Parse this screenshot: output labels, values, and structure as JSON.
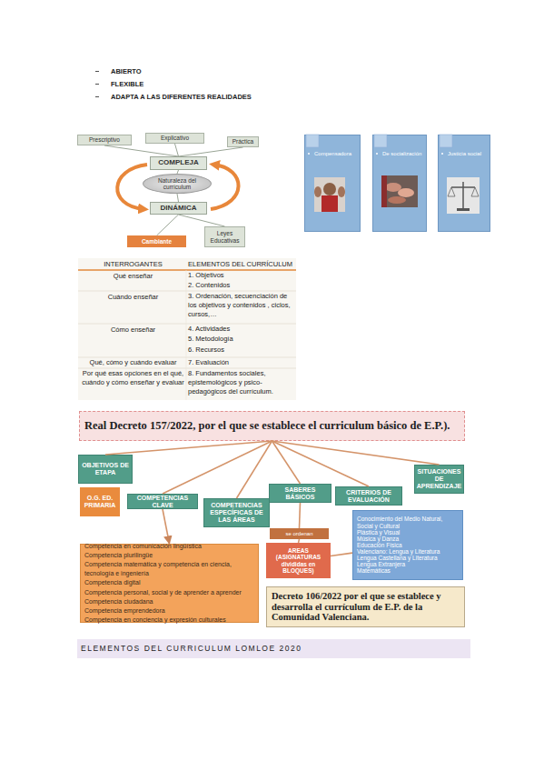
{
  "diagram": {
    "caption": "ELEMENTOS DEL CURRICULUM LOMLOE 2020",
    "nodes": [
      {
        "text": [
          "Prescriptivo"
        ]
      },
      {
        "text": [
          "Explicativo"
        ]
      },
      {
        "text": [
          "Práctica"
        ]
      },
      {
        "text": [
          "COMPLEJA"
        ]
      },
      {
        "text": [
          "Naturaleza del currículum"
        ]
      },
      {
        "text": [
          "DINÁMICA"
        ]
      },
      {
        "text": [
          "Cambiante"
        ]
      },
      {
        "text": [
          "Leyes Educativas"
        ]
      },
      {
        "text": [
          "Compensadora"
        ]
      },
      {
        "text": [
          "De socialización"
        ]
      },
      {
        "text": [
          "Justicia social"
        ]
      },
      {
        "text": [
          "Real Decreto 157/2022, por el que se establece el curriculum básico de E.P.)."
        ]
      },
      {
        "text": [
          "OBJETIVOS DE ETAPA"
        ]
      },
      {
        "text": [
          "SITUACIONES DE APRENDIZAJE"
        ]
      },
      {
        "text": [
          "O.G. ED. PRIMARIA"
        ]
      },
      {
        "text": [
          "COMPETENCIAS CLAVE"
        ]
      },
      {
        "text": [
          "COMPETENCIAS ESPECÍFICAS DE LAS ÁREAS"
        ]
      },
      {
        "text": [
          "SABERES BÁSICOS"
        ]
      },
      {
        "text": [
          "CRITERIOS DE EVALUACIÓN"
        ]
      },
      {
        "text": [
          "se ordenan"
        ]
      },
      {
        "text": [
          "AREAS (ASIGNATURAS divididas en BLOQUES)"
        ]
      },
      {
        "text": [
          "Conocimiento del Medio Natural, Social y Cultural",
          "Plástica y Visual",
          "Música y Danza",
          "Educación Física",
          "Valenciano: Lengua y Literatura",
          "Lengua Castellana y Literatura",
          "Lengua Extranjera",
          "Matemáticas"
        ]
      },
      {
        "text": [
          "Competencia en comunicación lingüística",
          "Competencia plurilingüe",
          "Competencia matemática y competencia en ciencia, tecnología e ingeniería",
          "Competencia digital",
          "Competencia personal, social y de aprender a aprender",
          "Competencia ciudadana",
          "Competencia emprendedora",
          "Competencia en conciencia y expresión culturales"
        ]
      },
      {
        "text": [
          "Decreto 106/2022 por el que se establece y desarrolla el currículum de E.P. de la Comunidad Valenciana."
        ]
      }
    ],
    "edges": [
      {
        "from": 0,
        "to": 3,
        "arrow": "none"
      },
      {
        "from": 1,
        "to": 3,
        "arrow": "none"
      },
      {
        "from": 2,
        "to": 3,
        "arrow": "none"
      },
      {
        "from": 3,
        "to": 4,
        "arrow": "none"
      },
      {
        "from": 4,
        "to": 5,
        "arrow": "none"
      },
      {
        "from": 5,
        "to": 6,
        "arrow": "none"
      },
      {
        "from": 5,
        "to": 7,
        "arrow": "none"
      },
      {
        "from": 11,
        "to": 12,
        "arrow": "none"
      },
      {
        "from": 11,
        "to": 15,
        "arrow": "none"
      },
      {
        "from": 11,
        "to": 16,
        "arrow": "none"
      },
      {
        "from": 11,
        "to": 17,
        "arrow": "none"
      },
      {
        "from": 11,
        "to": 18,
        "arrow": "none"
      },
      {
        "from": 11,
        "to": 13,
        "arrow": "none"
      },
      {
        "from": 15,
        "to": 22,
        "arrow": "to"
      },
      {
        "from": 17,
        "to": 19,
        "arrow": "none"
      },
      {
        "from": 19,
        "to": 20,
        "arrow": "none"
      },
      {
        "from": 20,
        "to": 21,
        "arrow": "none"
      }
    ],
    "labels": [
      "ABIERTO",
      "FLEXIBLE",
      "ADAPTA A LAS DIFERENTES REALIDADES",
      "INTERROGANTES",
      "ELEMENTOS DEL CURRÍCULUM",
      "Qué enseñar",
      "1. Objetivos",
      "2. Contenidos",
      "Cuándo enseñar",
      "3. Ordenación, secuenciación de los objetivos y contenidos , ciclos, cursos,…",
      "Cómo enseñar",
      "4. Actividades",
      "5. Metodología",
      "6. Recursos",
      "Qué, cómo y cuándo evaluar",
      "7. Evaluación",
      "Por qué esas opciones en el qué, cuándo y cómo enseñar y evaluar",
      "8. Fundamentos sociales, epistemológicos y psico-pedagógicos del currículum."
    ]
  }
}
